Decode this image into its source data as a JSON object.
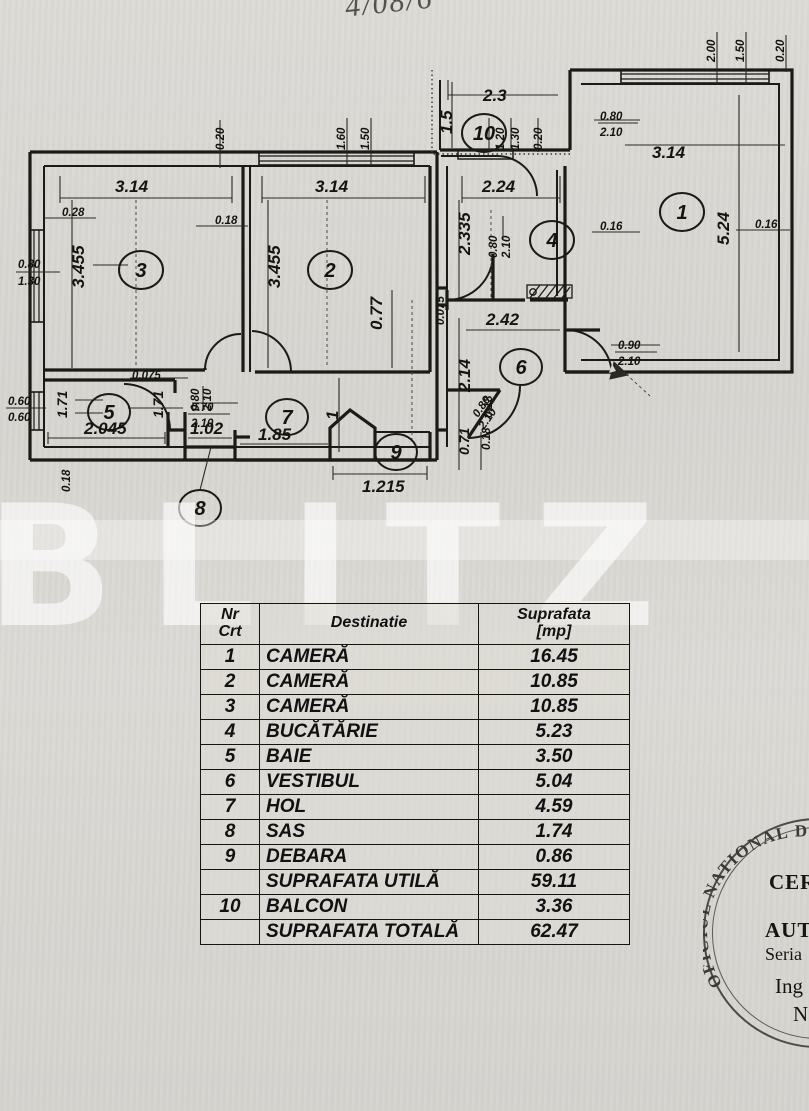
{
  "document": {
    "type": "floor-plan",
    "handwritten_note": "4/08/6",
    "watermark": "BLITZ"
  },
  "plan": {
    "rooms": [
      {
        "number": "1",
        "name": "CAMERĂ"
      },
      {
        "number": "2",
        "name": "CAMERĂ"
      },
      {
        "number": "3",
        "name": "CAMERĂ"
      },
      {
        "number": "4",
        "name": "BUCĂTĂRIE"
      },
      {
        "number": "5",
        "name": "BAIE"
      },
      {
        "number": "6",
        "name": "VESTIBUL"
      },
      {
        "number": "7",
        "name": "HOL"
      },
      {
        "number": "8",
        "name": "SAS"
      },
      {
        "number": "9",
        "name": "DEBARA"
      },
      {
        "number": "10",
        "name": "BALCON"
      }
    ],
    "dimensions": {
      "room3_width": "3.14",
      "room3_height": "3.455",
      "room3_off_left": "0.28",
      "room3_off_right": "0.18",
      "room2_width": "3.14",
      "room2_height": "3.455",
      "room2_inner": "0.77",
      "room1_width": "3.14",
      "room1_height": "5.24",
      "room1_off": "0.16",
      "room4_width": "2.24",
      "room4_height": "2.335",
      "room4_lower": "2.42",
      "room4_off_right": "0.16",
      "room4_small": "0.075",
      "room5_width": "2.045",
      "room5_height": "1.71",
      "room5_height2": "1.71",
      "room5_small": "0.075",
      "sas_width": "1.02",
      "sas_off": "0.18",
      "hol_width": "1.85",
      "hol_mark": "1",
      "debara_width": "1.215",
      "vestibul_height": "2.14",
      "vestibul_width": "2.42",
      "debara_right": "0.71",
      "debara_right_small": "0.18",
      "balcony_width": "2.3",
      "balcony_height": "1.5",
      "top_right_a": "2.00",
      "top_right_b": "1.50",
      "top_right_c": "0.20",
      "top_mid_a": "1.60",
      "top_mid_b": "1.50",
      "top_left_a": "0.20"
    },
    "openings": {
      "win_left_room3": "0.80\n1.30",
      "win_left_room3_w": "0.80",
      "win_left_room3_h": "1.30",
      "win_left_baie_w": "0.60",
      "win_left_baie_h": "0.60",
      "door_room3_w": "0.80",
      "door_room3_h": "2.10",
      "door_baie_w": "0.70",
      "door_baie_h": "2.10",
      "door_kitchen_w": "0.80",
      "door_kitchen_h": "2.10",
      "door_room1_w": "0.90",
      "door_room1_h": "2.10",
      "door_vest_w": "0.80",
      "door_vest_h": "2.10",
      "door_balcony_w": "0.80",
      "door_balcony_h": "2.10",
      "balcony_in_w": "1.20",
      "balcony_in_h": "1.30",
      "balcony_in_c": "0.20"
    }
  },
  "table": {
    "headers": {
      "nr": "Nr",
      "crt": "Crt",
      "destinatie": "Destinatie",
      "suprafata": "Suprafata",
      "unit": "[mp]"
    },
    "rows": [
      {
        "nr": "1",
        "dest": "CAMERĂ",
        "area": "16.45"
      },
      {
        "nr": "2",
        "dest": "CAMERĂ",
        "area": "10.85"
      },
      {
        "nr": "3",
        "dest": "CAMERĂ",
        "area": "10.85"
      },
      {
        "nr": "4",
        "dest": "BUCĂTĂRIE",
        "area": "5.23"
      },
      {
        "nr": "5",
        "dest": "BAIE",
        "area": "3.50"
      },
      {
        "nr": "6",
        "dest": "VESTIBUL",
        "area": "5.04"
      },
      {
        "nr": "7",
        "dest": "HOL",
        "area": "4.59"
      },
      {
        "nr": "8",
        "dest": "SAS",
        "area": "1.74"
      },
      {
        "nr": "9",
        "dest": "DEBARA",
        "area": "0.86"
      },
      {
        "nr": "",
        "dest": "SUPRAFATA UTILĂ",
        "area": "59.11"
      },
      {
        "nr": "10",
        "dest": "BALCON",
        "area": "3.36"
      },
      {
        "nr": "",
        "dest": "SUPRAFATA TOTALĂ",
        "area": "62.47"
      }
    ]
  },
  "stamp": {
    "arc_text": "OFICIUL NATIONAL DE CADAS",
    "line1": "CER",
    "line2": "AUT",
    "line3": "Seria",
    "line4": "Ing",
    "line5": "N"
  }
}
